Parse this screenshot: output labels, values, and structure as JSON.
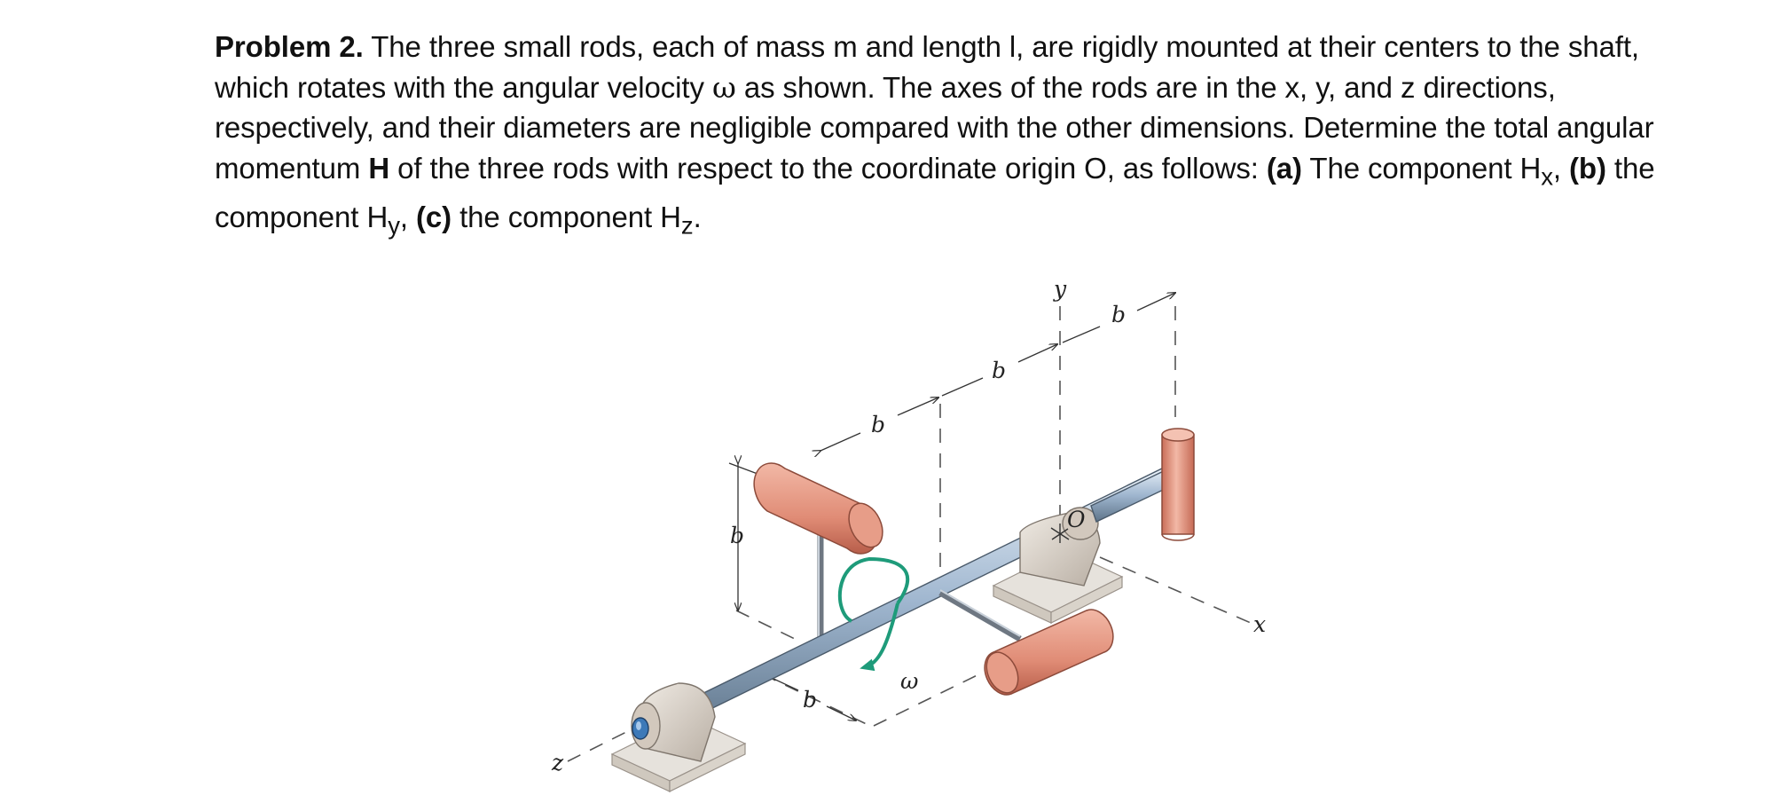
{
  "problem": {
    "heading": "Problem 2.",
    "text_1": " The three small rods, each of mass m and length l, are rigidly mounted at their centers to the shaft, which rotates with the angular velocity ",
    "omega_symbol": "ω",
    "text_2": " as shown. The axes of the rods are in the x, y, and z directions, respectively, and their diameters are negligible compared with the other dimensions. Determine the total angular momentum ",
    "bold_H": "H",
    "text_3": " of the three rods with respect to the coordinate origin O, as follows: ",
    "part_a_label": "(a)",
    "part_a_text": " The component H",
    "part_a_sub": "x",
    "sep_1": ", ",
    "part_b_label": "(b)",
    "part_b_text": " the component H",
    "part_b_sub": "y",
    "sep_2": ", ",
    "part_c_label": "(c)",
    "part_c_text": " the component H",
    "part_c_sub": "z",
    "end": "."
  },
  "figure": {
    "labels": {
      "y_axis": "y",
      "x_axis": "x",
      "z_axis": "z",
      "origin": "O",
      "omega": "ω",
      "dim_vertical": "b",
      "dim_top_1": "b",
      "dim_top_2": "b",
      "dim_top_3": "b",
      "dim_bottom": "b"
    },
    "colors": {
      "rod_fill": "#E08C76",
      "rod_light": "#F2B8A6",
      "rod_edge": "#8C4A3A",
      "shaft": "#9FB6CF",
      "shaft_edge": "#4A5A6A",
      "bearing": "#D8CFC4",
      "base": "#E6E2DC",
      "rotation_arrow": "#1E9B7A"
    }
  }
}
